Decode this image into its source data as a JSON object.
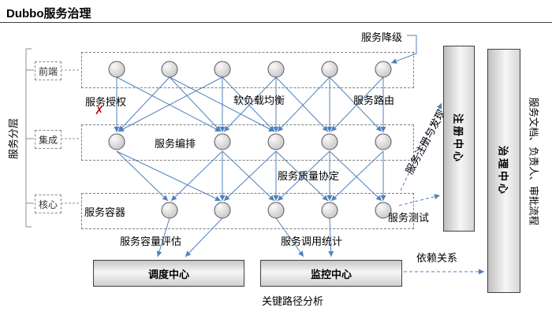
{
  "title": "Dubbo服务治理",
  "left_panel": {
    "axis_label": "服务分层",
    "layers": [
      {
        "label": "前端"
      },
      {
        "label": "集成"
      },
      {
        "label": "核心"
      }
    ]
  },
  "labels": {
    "service_degrade": "服务降级",
    "service_auth": "服务授权",
    "soft_load_balance": "软负载均衡",
    "service_route": "服务路由",
    "service_orchestration": "服务编排",
    "service_qos": "服务质量协定",
    "service_container": "服务容器",
    "service_test": "服务测试",
    "capacity_eval": "服务容量评估",
    "invoke_stats": "服务调用统计",
    "registry_discovery": "服务注册与发现",
    "dependency": "依赖关系",
    "critical_path": "关键路径分析"
  },
  "centers": {
    "registry": "注册中心",
    "governance": "治理中心",
    "dispatch": "调度中心",
    "monitor": "监控中心",
    "governance_note": "服务文档、负责人、审批流程"
  },
  "marks": {
    "denied_x": "✗"
  },
  "colors": {
    "arrow_blue": "#4f81bd",
    "denied_red": "#c00000",
    "box_border": "#404040"
  }
}
